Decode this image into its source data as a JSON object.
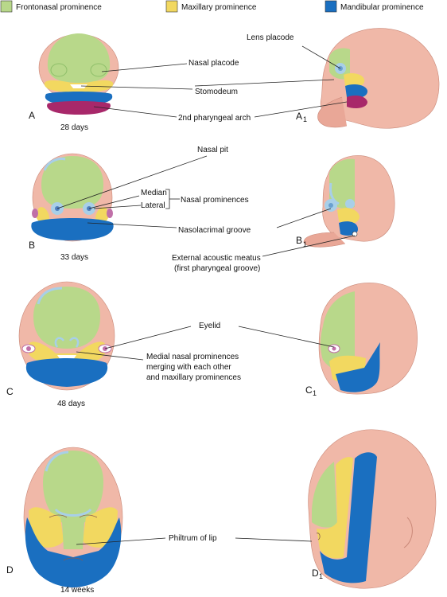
{
  "legend": {
    "items": [
      {
        "label": "Frontonasal prominence",
        "color": "#b8d88a"
      },
      {
        "label": "Maxillary prominence",
        "color": "#f2d860"
      },
      {
        "label": "Mandibular prominence",
        "color": "#1a6fc0"
      }
    ]
  },
  "colors": {
    "skin": "#f0b8a8",
    "frontonasal": "#b8d88a",
    "maxillary": "#f2d860",
    "mandibular": "#1a6fc0",
    "pharyngeal_arch": "#a8286a",
    "placode": "#a8cfe8"
  },
  "panels": {
    "A": {
      "letter": "A",
      "letter1": "A",
      "sub": "1",
      "age": "28 days"
    },
    "B": {
      "letter": "B",
      "letter1": "B",
      "sub": "1",
      "age": "33 days"
    },
    "C": {
      "letter": "C",
      "letter1": "C",
      "sub": "1",
      "age": "48 days"
    },
    "D": {
      "letter": "D",
      "letter1": "D",
      "sub": "1",
      "age": "14 weeks"
    }
  },
  "labels": {
    "lens_placode": "Lens placode",
    "nasal_placode": "Nasal placode",
    "stomodeum": "Stomodeum",
    "pharyngeal_arch": "2nd pharyngeal arch",
    "nasal_pit": "Nasal pit",
    "median": "Median",
    "lateral": "Lateral",
    "nasal_prominences": "Nasal prominences",
    "nasolacrimal_groove": "Nasolacrimal groove",
    "external_meatus_1": "External acoustic meatus",
    "external_meatus_2": "(first pharyngeal groove)",
    "eyelid": "Eyelid",
    "medial_nasal_1": "Medial nasal prominences",
    "medial_nasal_2": "merging with each other",
    "medial_nasal_3": "and maxillary prominences",
    "philtrum": "Philtrum of lip"
  }
}
